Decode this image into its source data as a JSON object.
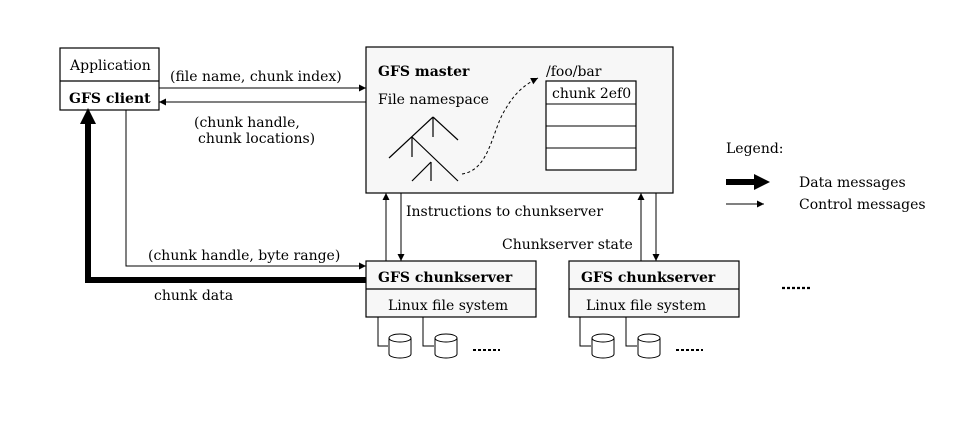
{
  "diagram": {
    "application": {
      "title": "Application",
      "client": "GFS client"
    },
    "master": {
      "title": "GFS master",
      "namespace_label": "File namespace",
      "path": "/foo/bar",
      "chunk_label": "chunk 2ef0"
    },
    "messages": {
      "request": "(file name, chunk index)",
      "reply_line1": "(chunk handle,",
      "reply_line2": "chunk locations)",
      "instructions": "Instructions to chunkserver",
      "chunkserver_state": "Chunkserver state",
      "data_request": "(chunk handle, byte range)",
      "chunk_data": "chunk data"
    },
    "chunkservers": [
      {
        "title": "GFS chunkserver",
        "fs": "Linux file system"
      },
      {
        "title": "GFS chunkserver",
        "fs": "Linux file system"
      }
    ],
    "legend": {
      "title": "Legend:",
      "data": "Data messages",
      "control": "Control messages"
    }
  }
}
